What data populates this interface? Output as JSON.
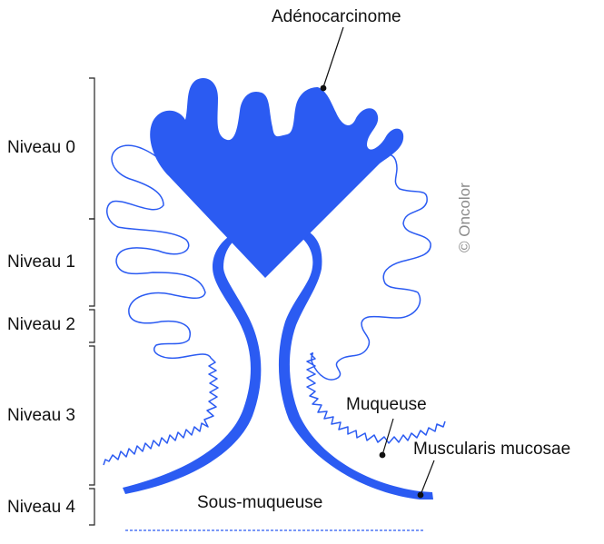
{
  "colors": {
    "tissue": "#2b5bf2",
    "text": "#111111",
    "bracket": "#222222",
    "copyright": "#8a8a8a"
  },
  "levels": [
    "Niveau 0",
    "Niveau 1",
    "Niveau 2",
    "Niveau 3",
    "Niveau 4"
  ],
  "labels": {
    "adenocarcinome": "Adénocarcinome",
    "muqueuse": "Muqueuse",
    "muscularis": "Muscularis mucosae",
    "sous_muqueuse": "Sous-muqueuse"
  },
  "copyright": "© Oncolor"
}
